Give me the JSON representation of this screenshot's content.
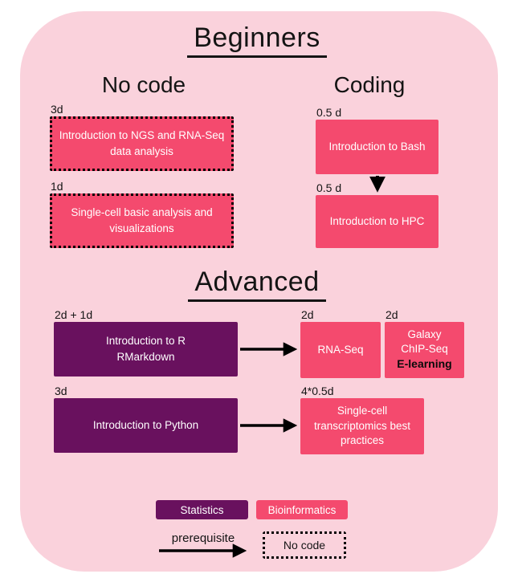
{
  "palette": {
    "background": "#FFFFFF",
    "panel_pink": "#FAD2DC",
    "bioinformatics_pink": "#F44A6E",
    "statistics_purple": "#69115E",
    "box_text": "#FFFFFF",
    "label_text": "#141414"
  },
  "beginners": {
    "title": "Beginners",
    "no_code": {
      "heading": "No code",
      "courses": [
        {
          "duration": "3d",
          "lines": [
            "Introduction to NGS and RNA-Seq",
            "data analysis"
          ]
        },
        {
          "duration": "1d",
          "lines": [
            "Single-cell basic analysis and",
            "visualizations"
          ]
        }
      ]
    },
    "coding": {
      "heading": "Coding",
      "courses": [
        {
          "duration": "0.5 d",
          "lines": [
            "Introduction to Bash"
          ]
        },
        {
          "duration": "0.5 d",
          "lines": [
            "Introduction to HPC"
          ]
        }
      ]
    }
  },
  "advanced": {
    "title": "Advanced",
    "rows": [
      {
        "source": {
          "duration": "2d + 1d",
          "lines": [
            "Introduction to R",
            "RMarkdown"
          ]
        },
        "targets": [
          {
            "duration": "2d",
            "lines": [
              "RNA-Seq"
            ],
            "note": ""
          },
          {
            "duration": "2d",
            "lines": [
              "Galaxy",
              "ChIP-Seq"
            ],
            "note": "E-learning"
          }
        ]
      },
      {
        "source": {
          "duration": "3d",
          "lines": [
            "Introduction to Python"
          ]
        },
        "targets": [
          {
            "duration": "4*0.5d",
            "lines": [
              "Single-cell",
              "transcriptomics best",
              "practices"
            ],
            "note": ""
          }
        ]
      }
    ]
  },
  "legend": {
    "statistics": "Statistics",
    "bioinformatics": "Bioinformatics",
    "prerequisite": "prerequisite",
    "no_code": "No code"
  }
}
